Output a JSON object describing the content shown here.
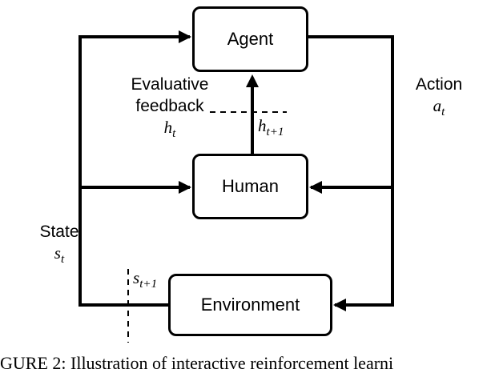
{
  "diagram": {
    "boxes": {
      "agent": {
        "label": "Agent"
      },
      "human": {
        "label": "Human"
      },
      "environment": {
        "label": "Environment"
      }
    },
    "labels": {
      "feedback_line1": "Evaluative",
      "feedback_line2": "feedback",
      "h_t": {
        "base": "h",
        "sub": "t"
      },
      "h_t1": {
        "base": "h",
        "sub": "t+1"
      },
      "action": "Action",
      "a_t": {
        "base": "a",
        "sub": "t"
      },
      "state": "State",
      "s_t": {
        "base": "s",
        "sub": "t"
      },
      "s_t1": {
        "base": "s",
        "sub": "t+1"
      }
    },
    "colors": {
      "line": "#000000",
      "box_border": "#000000",
      "background": "#ffffff"
    }
  },
  "caption": {
    "text": "GURE 2: Illustration of interactive reinforcement learni"
  }
}
